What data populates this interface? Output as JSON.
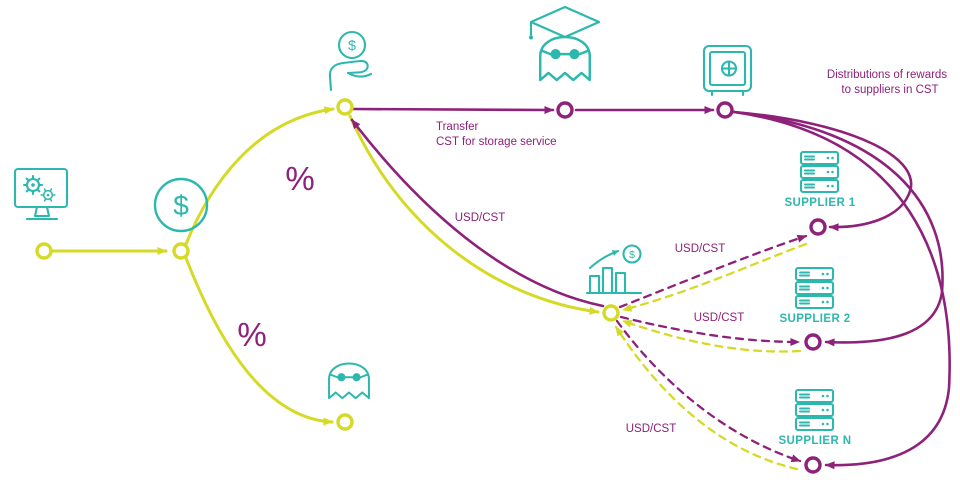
{
  "colors": {
    "teal": "#2db8ae",
    "yellow": "#d4da25",
    "purple": "#8e2179",
    "background": "#ffffff"
  },
  "labels": {
    "transfer_line1": "Transfer",
    "transfer_line2": "CST for storage service",
    "distributions_line1": "Distributions of rewards",
    "distributions_line2": "to suppliers in CST",
    "usd_cst_exchange": "USD/CST",
    "usd_cst_supplier_1": "USD/CST",
    "usd_cst_supplier_2": "USD/CST",
    "usd_cst_supplier_n": "USD/CST",
    "percent_top": "%",
    "percent_bottom": "%"
  },
  "suppliers": [
    {
      "label": "SUPPLIER 1"
    },
    {
      "label": "SUPPLIER 2"
    },
    {
      "label": "SUPPLIER N"
    }
  ],
  "icons": {
    "dollar_sign": "$"
  }
}
